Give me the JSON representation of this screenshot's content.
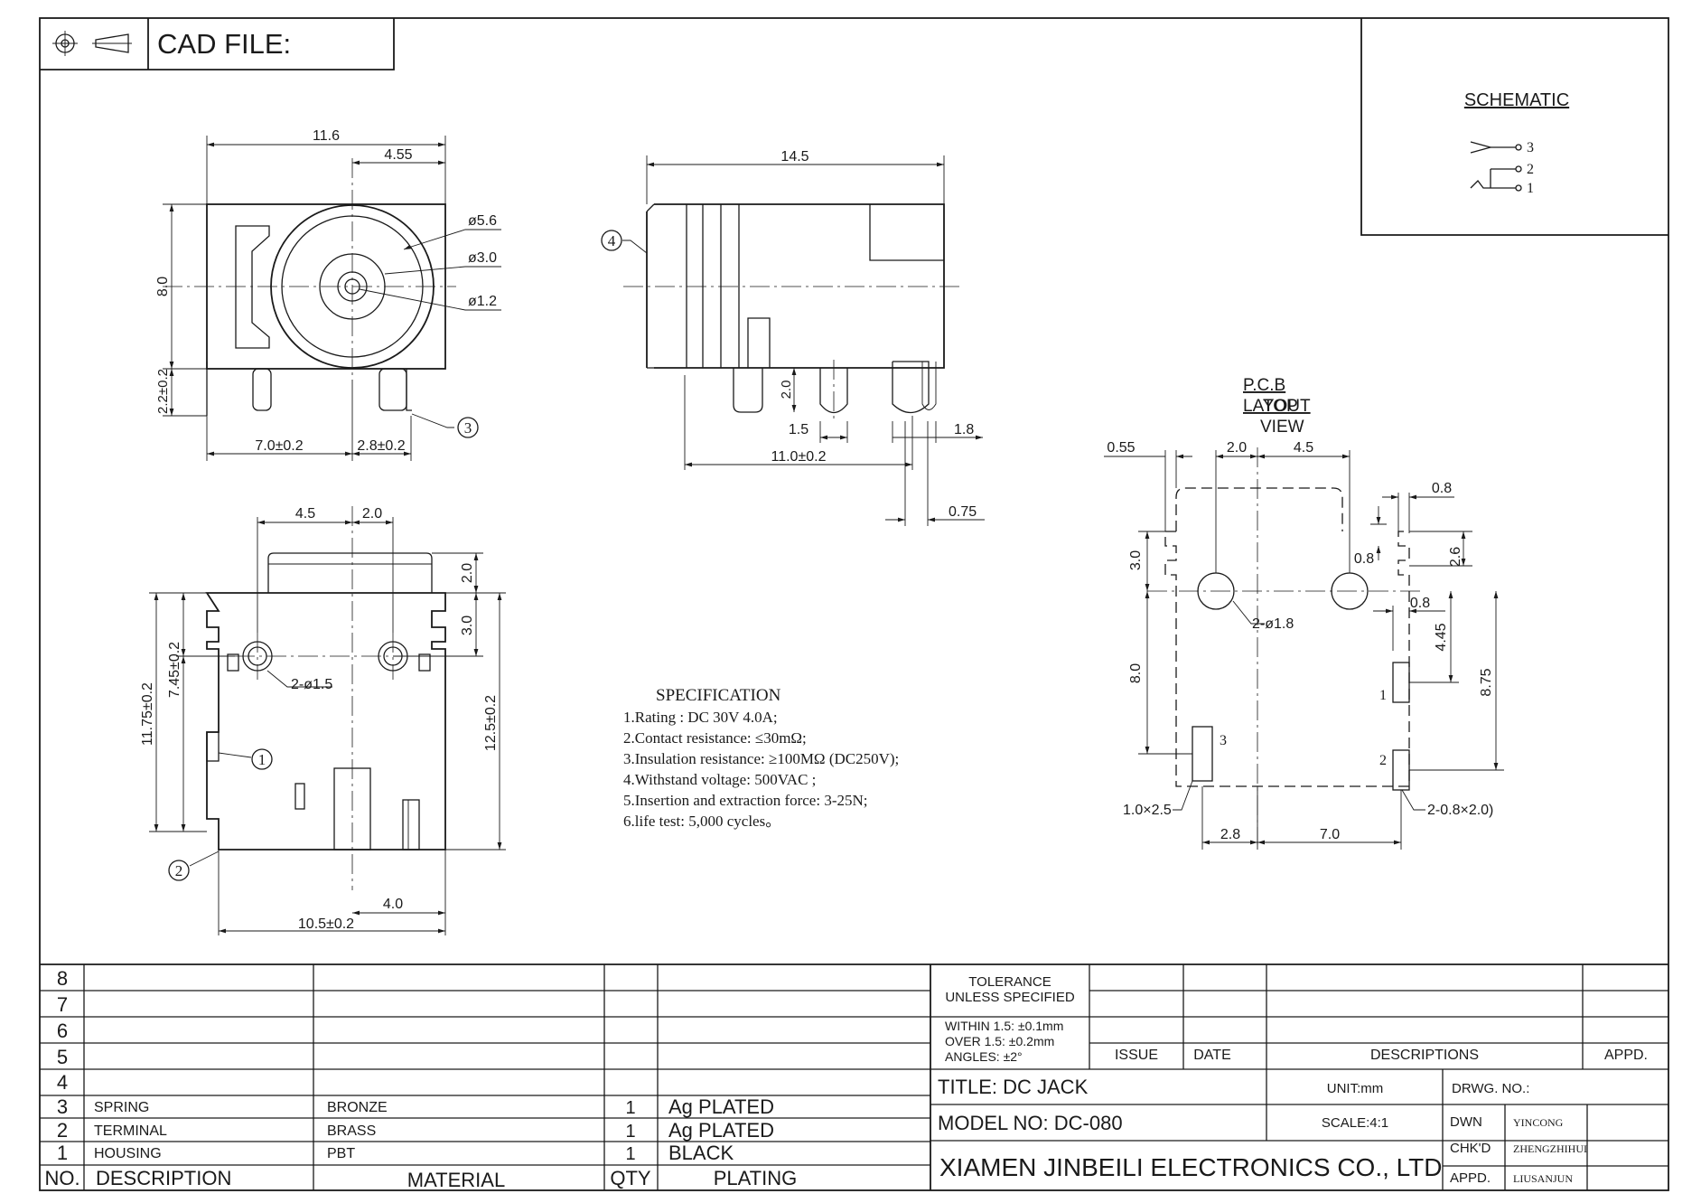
{
  "header": {
    "cad_label": "CAD FILE:"
  },
  "schematic": {
    "title": "SCHEMATIC",
    "pins": [
      "3",
      "2",
      "1"
    ]
  },
  "front_view": {
    "width": "11.6",
    "offset": "4.55",
    "height": "8.0",
    "d_outer": "ø5.6",
    "d_mid": "ø3.0",
    "d_pin": "ø1.2",
    "pin_len": "2.2±0.2",
    "pitch1": "7.0±0.2",
    "pitch2": "2.8±0.2",
    "callout": "3"
  },
  "side_view": {
    "length": "14.5",
    "callout": "4",
    "pin_h": "2.0",
    "pin_w": "1.5",
    "pin_span": "11.0±0.2",
    "tab": "1.8",
    "thickness": "0.75"
  },
  "bottom_view": {
    "top_a": "4.5",
    "top_b": "2.0",
    "right_a": "2.0",
    "right_b": "3.0",
    "left_a": "7.45±0.2",
    "left_b": "11.75±0.2",
    "right_total": "12.5±0.2",
    "holes": "2-ø1.5",
    "bottom_a": "4.0",
    "bottom_total": "10.5±0.2",
    "callout1": "1",
    "callout2": "2"
  },
  "pcb_layout": {
    "title": [
      "P.C.B",
      "LAYOUT",
      "TOP",
      "VIEW"
    ],
    "d1": "0.55",
    "d2": "2.0",
    "d3": "4.5",
    "d4": "0.8",
    "d5": "0.8",
    "d6": "2.6",
    "d7": "3.0",
    "d8": "0.8",
    "d9": "4.45",
    "d10": "8.75",
    "d11": "8.0",
    "holes": "2-ø1.8",
    "slot3": "1.0×2.5",
    "slot12": "2-0.8×2.0)",
    "b1": "2.8",
    "b2": "7.0",
    "pin1": "1",
    "pin2": "2",
    "pin3": "3"
  },
  "specification": {
    "title": "SPECIFICATION",
    "lines": [
      "1.Rating : DC 30V 4.0A;",
      "2.Contact resistance: ≤30mΩ;",
      "3.Insulation resistance: ≥100MΩ (DC250V);",
      "4.Withstand voltage: 500VAC ;",
      "5.Insertion and extraction force: 3-25N;",
      "6.life test: 5,000 cycles。"
    ]
  },
  "title_block": {
    "row_numbers": [
      "8",
      "7",
      "6",
      "5",
      "4",
      "3",
      "2",
      "1"
    ],
    "bom": [
      {
        "no": "3",
        "desc": "SPRING",
        "material": "BRONZE",
        "qty": "1",
        "plating": "Ag PLATED"
      },
      {
        "no": "2",
        "desc": "TERMINAL",
        "material": "BRASS",
        "qty": "1",
        "plating": "Ag PLATED"
      },
      {
        "no": "1",
        "desc": "HOUSING",
        "material": "PBT",
        "qty": "1",
        "plating": "BLACK"
      }
    ],
    "headers": {
      "no": "NO.",
      "desc": "DESCRIPTION",
      "material": "MATERIAL",
      "qty": "QTY",
      "plating": "PLATING"
    },
    "tolerance": [
      "TOLERANCE",
      "UNLESS SPECIFIED"
    ],
    "tolerance_values": [
      "WITHIN 1.5: ±0.1mm",
      "OVER 1.5:  ±0.2mm",
      "ANGLES: ±2°"
    ],
    "revision_headers": {
      "issue": "ISSUE",
      "date": "DATE",
      "descriptions": "DESCRIPTIONS",
      "appd": "APPD."
    },
    "title": "TITLE: DC JACK",
    "model": "MODEL NO: DC-080",
    "unit": "UNIT:mm",
    "scale": "SCALE:4:1",
    "drwg_no": "DRWG. NO.:",
    "company": "XIAMEN JINBEILI ELECTRONICS CO., LTD",
    "sign": [
      {
        "label": "DWN",
        "name": "YINCONG"
      },
      {
        "label": "CHK'D",
        "name": "ZHENGZHIHUI"
      },
      {
        "label": "APPD.",
        "name": "LIUSANJUN"
      }
    ]
  }
}
